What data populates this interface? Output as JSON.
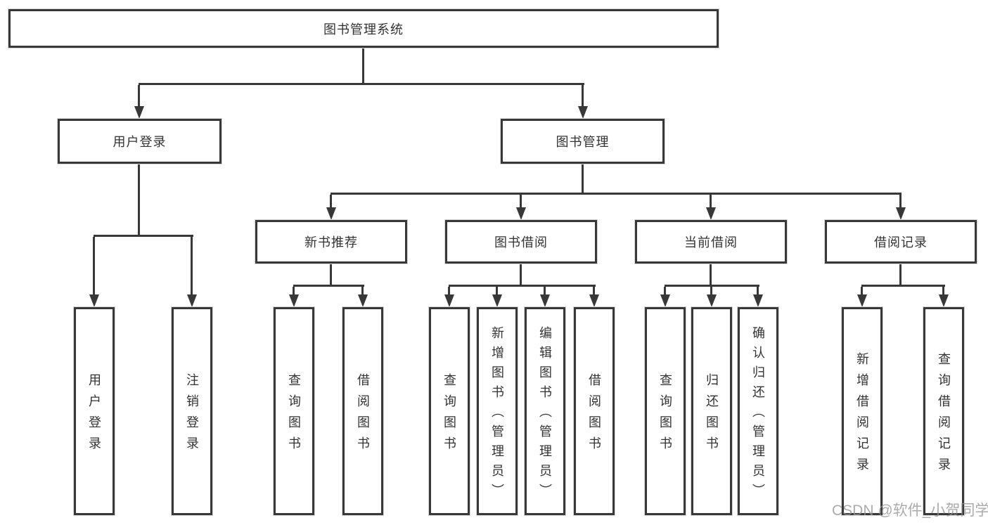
{
  "diagram": {
    "root": {
      "label": "图书管理系统"
    },
    "branches": [
      {
        "label": "用户登录",
        "children": [
          {
            "label": "用户登录"
          },
          {
            "label": "注销登录"
          }
        ]
      },
      {
        "label": "图书管理",
        "children": [
          {
            "label": "新书推荐",
            "children": [
              {
                "label": "查询图书"
              },
              {
                "label": "借阅图书"
              }
            ]
          },
          {
            "label": "图书借阅",
            "children": [
              {
                "label": "查询图书"
              },
              {
                "label": "新增图书（管理员）"
              },
              {
                "label": "编辑图书（管理员）"
              },
              {
                "label": "借阅图书"
              }
            ]
          },
          {
            "label": "当前借阅",
            "children": [
              {
                "label": "查询图书"
              },
              {
                "label": "归还图书"
              },
              {
                "label": "确认归还（管理员）"
              }
            ]
          },
          {
            "label": "借阅记录",
            "children": [
              {
                "label": "新增借阅记录"
              },
              {
                "label": "查询借阅记录"
              }
            ]
          }
        ]
      }
    ]
  },
  "watermark": {
    "text": "CSDN @软件_小贺同学"
  },
  "colors": {
    "line": "#383838",
    "box_border": "#383838",
    "box_fill": "#ffffff",
    "text": "#333333",
    "watermark": "#949494",
    "background": "#ffffff"
  }
}
